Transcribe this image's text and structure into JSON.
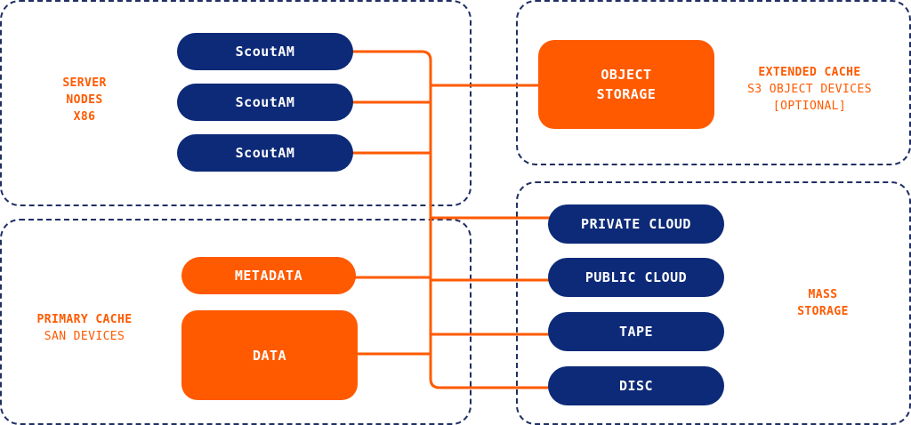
{
  "colors": {
    "navy": "#0d2a78",
    "orange": "#ff5a00",
    "border": "#1f2f63"
  },
  "groups": {
    "server": {
      "title_lines": [
        "SERVER",
        "NODES",
        "X86"
      ]
    },
    "extended": {
      "title": "EXTENDED CACHE",
      "subtitle_lines": [
        "S3 OBJECT DEVICES",
        "[OPTIONAL]"
      ]
    },
    "primary": {
      "title": "PRIMARY CACHE",
      "subtitle": "SAN DEVICES"
    },
    "mass": {
      "title_lines": [
        "MASS",
        "STORAGE"
      ]
    }
  },
  "nodes": {
    "scoutam": [
      "ScoutAM",
      "ScoutAM",
      "ScoutAM"
    ],
    "object_storage": [
      "OBJECT",
      "STORAGE"
    ],
    "metadata": "METADATA",
    "data": "DATA",
    "mass": [
      "PRIVATE CLOUD",
      "PUBLIC CLOUD",
      "TAPE",
      "DISC"
    ]
  }
}
